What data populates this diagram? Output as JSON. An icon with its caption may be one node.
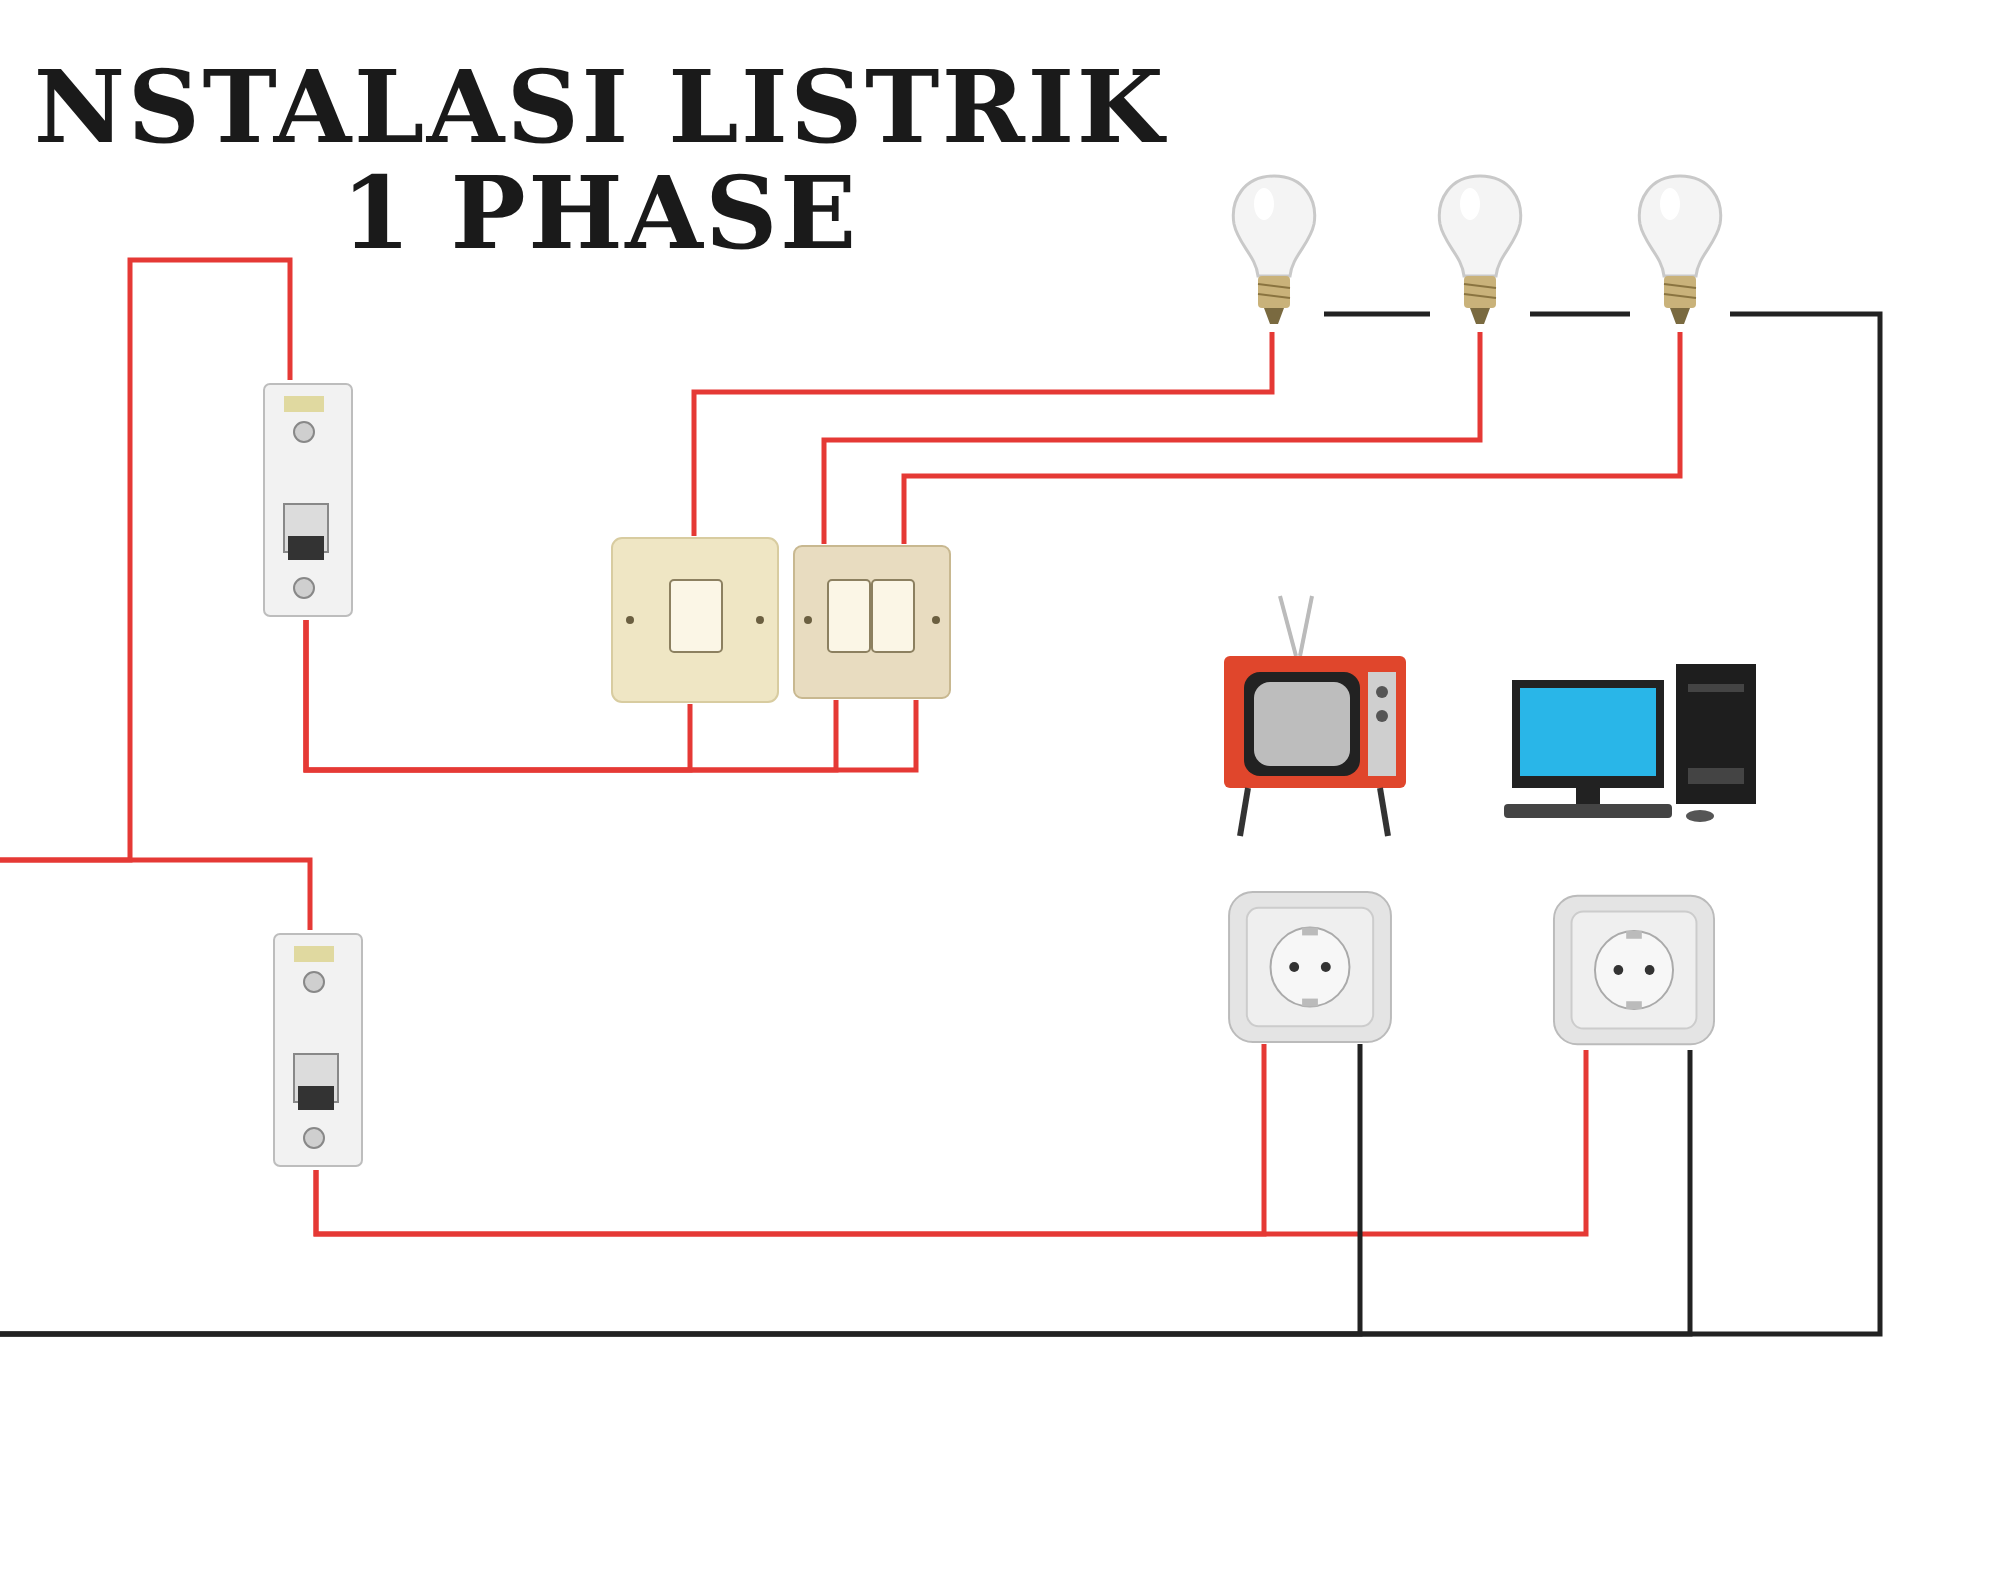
{
  "diagram": {
    "title": "NSTALASI LISTRIK 1 PHASE",
    "nodes": [
      {
        "text": [],
        "shape": "picture"
      },
      {
        "text": [],
        "shape": "picture"
      },
      {
        "text": [],
        "shape": "picture"
      },
      {
        "text": [],
        "shape": "picture"
      },
      {
        "text": [],
        "shape": "picture"
      },
      {
        "text": [],
        "shape": "picture"
      },
      {
        "text": [],
        "shape": "picture"
      },
      {
        "text": [],
        "shape": "picture"
      },
      {
        "text": [],
        "shape": "picture"
      },
      {
        "text": [],
        "shape": "picture"
      },
      {
        "text": [],
        "shape": "picture"
      }
    ],
    "edges": [
      {
        "from": null,
        "to": 3,
        "arrow": "none"
      },
      {
        "from": null,
        "to": 8,
        "arrow": "none"
      },
      {
        "from": 3,
        "to": 4,
        "arrow": "none"
      },
      {
        "from": 3,
        "to": 5,
        "arrow": "none"
      },
      {
        "from": 3,
        "to": 5,
        "arrow": "none"
      },
      {
        "from": 4,
        "to": 0,
        "arrow": "none"
      },
      {
        "from": 5,
        "to": 1,
        "arrow": "none"
      },
      {
        "from": 5,
        "to": 2,
        "arrow": "none"
      },
      {
        "from": 8,
        "to": 9,
        "arrow": "none"
      },
      {
        "from": 8,
        "to": 10,
        "arrow": "none"
      },
      {
        "from": 0,
        "to": 1,
        "arrow": "none",
        "color": "#222222"
      },
      {
        "from": 1,
        "to": 2,
        "arrow": "none",
        "color": "#222222"
      },
      {
        "from": 2,
        "to": null,
        "arrow": "none",
        "color": "#222222"
      },
      {
        "from": 9,
        "to": null,
        "arrow": "none",
        "color": "#222222"
      },
      {
        "from": 10,
        "to": null,
        "arrow": "none",
        "color": "#222222"
      }
    ]
  }
}
